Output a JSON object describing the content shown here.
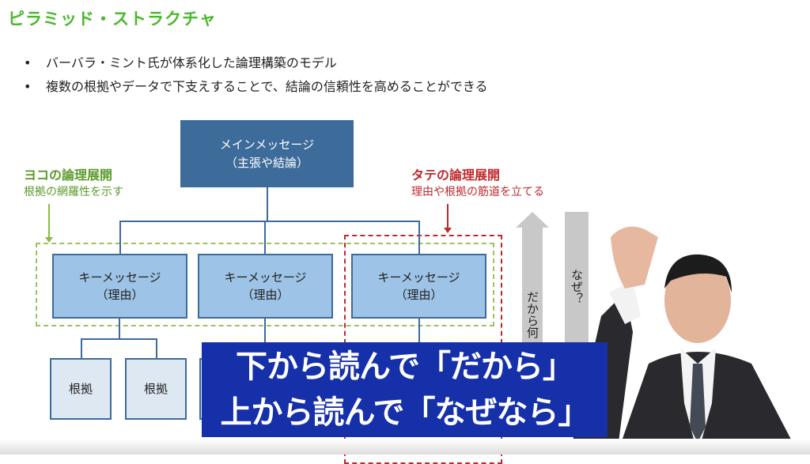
{
  "slide": {
    "title": "ピラミッド・ストラクチャ",
    "bullets": [
      "バーバラ・ミント氏が体系化した論理構築のモデル",
      "複数の根拠やデータで下支えすることで、結論の信頼性を高めることができる"
    ],
    "bullet_symbol": "•",
    "main_message": {
      "line1": "メインメッセージ",
      "line2": "（主張や結論）"
    },
    "horizontal_logic": {
      "heading": "ヨコの論理展開",
      "sub": "根拠の網羅性を示す"
    },
    "vertical_logic": {
      "heading": "タテの論理展開",
      "sub": "理由や根拠の筋道を立てる"
    },
    "key_messages": [
      {
        "line1": "キーメッセージ",
        "line2": "（理由）"
      },
      {
        "line1": "キーメッセージ",
        "line2": "（理由）"
      },
      {
        "line1": "キーメッセージ",
        "line2": "（理由）"
      }
    ],
    "evidence": [
      "根拠",
      "根拠"
    ],
    "arrow_up_label": "だから何",
    "arrow_down_label": "なぜ？",
    "colors": {
      "title": "#4cb82f",
      "main_box": "#3d6b9a",
      "key_box": "#9dc3e6",
      "evidence_box": "#dee8f2",
      "red": "#c0282d",
      "caption_bg": "#1530a8"
    }
  },
  "caption": {
    "line1": "下から読んで「だから」",
    "line2": "上から読んで「なぜなら」"
  }
}
